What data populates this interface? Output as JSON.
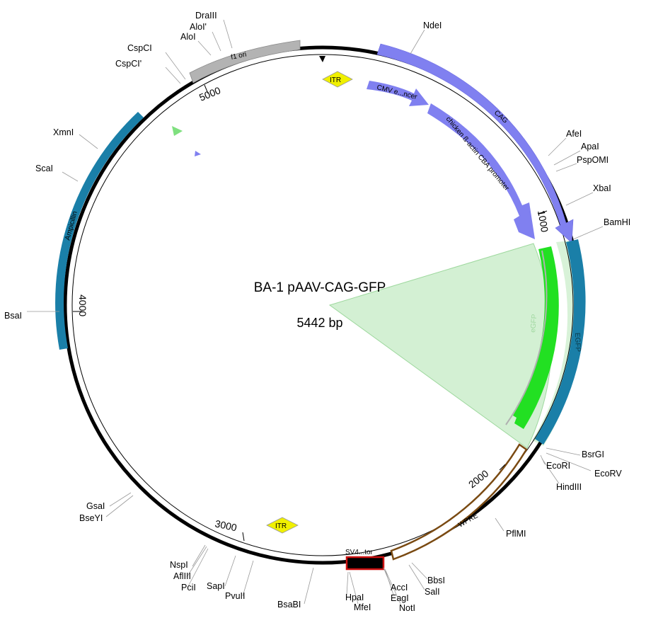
{
  "plasmid": {
    "name": "BA-1 pAAV-CAG-GFP",
    "size_label": "5442 bp"
  },
  "ticks": {
    "t1000": "1000",
    "t2000": "2000",
    "t3000": "3000",
    "t4000": "4000",
    "t5000": "5000"
  },
  "features": {
    "f1ori": "f1 ori",
    "itr_top": "ITR",
    "itr_bottom": "ITR",
    "cag": "CAG",
    "cmv": "CMV e...ncer",
    "cba": "chicken ß-actin CBA promoter",
    "egfp": "EGFP",
    "egfp_inner": "eGFP",
    "wpre": "WPRE",
    "sv40": "SV4...tor",
    "ampicillin": "Ampicillin"
  },
  "sites": {
    "drai": "DraIII",
    "aloi2": "AloI'",
    "aloi": "AloI",
    "cspci": "CspCI",
    "cspci2": "CspCI'",
    "ndei": "NdeI",
    "afei": "AfeI",
    "apai": "ApaI",
    "pspomi": "PspOMI",
    "xbai": "XbaI",
    "bamhi": "BamHI",
    "xmni": "XmnI",
    "scai": "ScaI",
    "bsai": "BsaI",
    "bsrgi": "BsrGI",
    "ecori": "EcoRI",
    "ecorv": "EcoRV",
    "hindiii": "HindIII",
    "pflmi": "PflMI",
    "gsai": "GsaI",
    "bseyi": "BseYI",
    "nspi": "NspI",
    "aflii": "AflIII",
    "pcii": "PciI",
    "sapi": "SapI",
    "pvuii": "PvuII",
    "bsabi": "BsaBI",
    "hpai": "HpaI",
    "mfei": "MfeI",
    "acci": "AccI",
    "eagi": "EagI",
    "noti": "NotI",
    "bbsi": "BbsI",
    "sali": "SalI"
  },
  "colors": {
    "backbone": "#000000",
    "f1ori": "#b3b3b3",
    "promoter": "#8080f0",
    "egfp": "#1a7fa8",
    "egfp_inner": "#22e022",
    "ampicillin": "#1a7fa8",
    "wpre": "#7a4a12",
    "sv40": "#cc1111",
    "itr": "#f0f000",
    "highlight": "#c8ecc8"
  }
}
